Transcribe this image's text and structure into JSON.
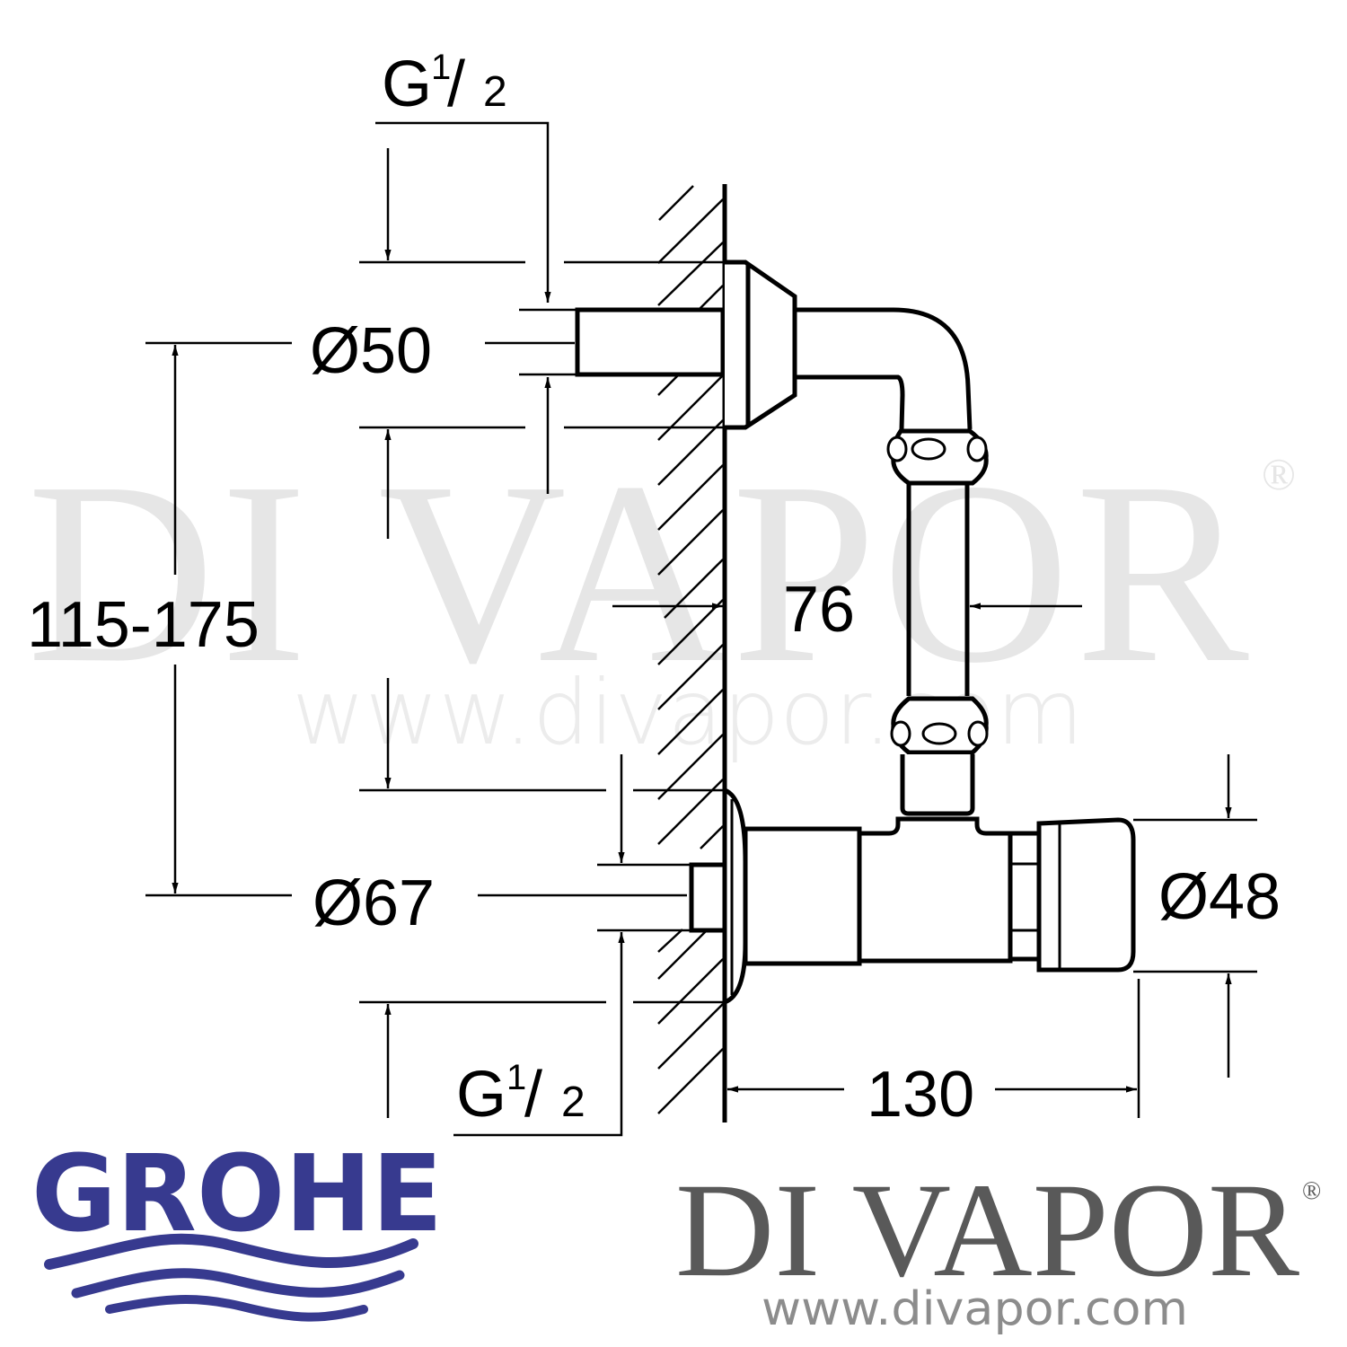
{
  "watermark": {
    "brand": "DI VAPOR",
    "registered": "®",
    "url": "www.divapor.com"
  },
  "dimensions": {
    "top_thread": {
      "base": "G",
      "sup": "1",
      "sub": "2",
      "slash": "/"
    },
    "top_flange_diameter": "Ø50",
    "height_range": "115-175",
    "wall_offset": "76",
    "bottom_flange_diameter": "Ø67",
    "bottom_thread": {
      "base": "G",
      "sup": "1",
      "sub": "2",
      "slash": "/"
    },
    "projection_length": "130",
    "outlet_diameter": "Ø48"
  },
  "logos": {
    "grohe": {
      "text": "GROHE",
      "color": "#373a8f"
    },
    "divapor": {
      "text": "DI VAPOR",
      "registered": "®",
      "url": "www.divapor.com",
      "color": "#595959",
      "url_color": "#8c8c8c"
    }
  }
}
